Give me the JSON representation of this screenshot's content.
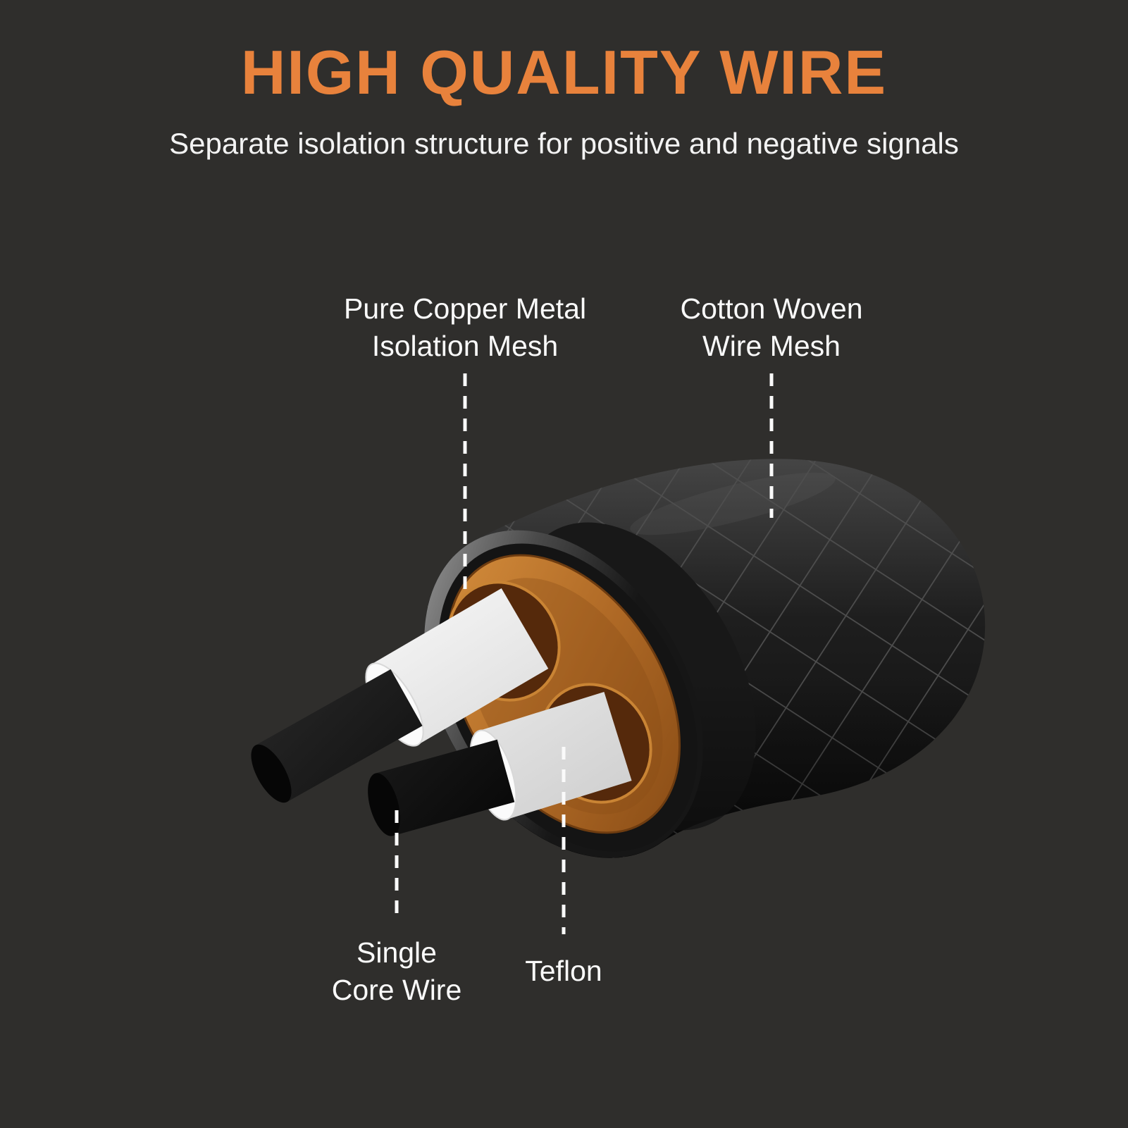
{
  "header": {
    "title": "HIGH QUALITY WIRE",
    "subtitle": "Separate isolation structure for positive and negative signals"
  },
  "diagram": {
    "labels": {
      "copper_mesh": {
        "lines": [
          "Pure Copper Metal",
          "Isolation Mesh"
        ]
      },
      "cotton_mesh": {
        "lines": [
          "Cotton Woven",
          "Wire Mesh"
        ]
      },
      "single_core": {
        "lines": [
          "Single",
          "Core Wire"
        ]
      },
      "teflon": {
        "lines": [
          "Teflon"
        ]
      }
    },
    "colors": {
      "background": "#2f2e2c",
      "title_orange": "#e8823c",
      "label_white": "#fafafa",
      "copper": "#b4702a",
      "jacket_black": "#1b1b1b",
      "mesh_line_gray": "#4e4e4e",
      "teflon_white": "#ececec",
      "core_black": "#101010"
    }
  }
}
